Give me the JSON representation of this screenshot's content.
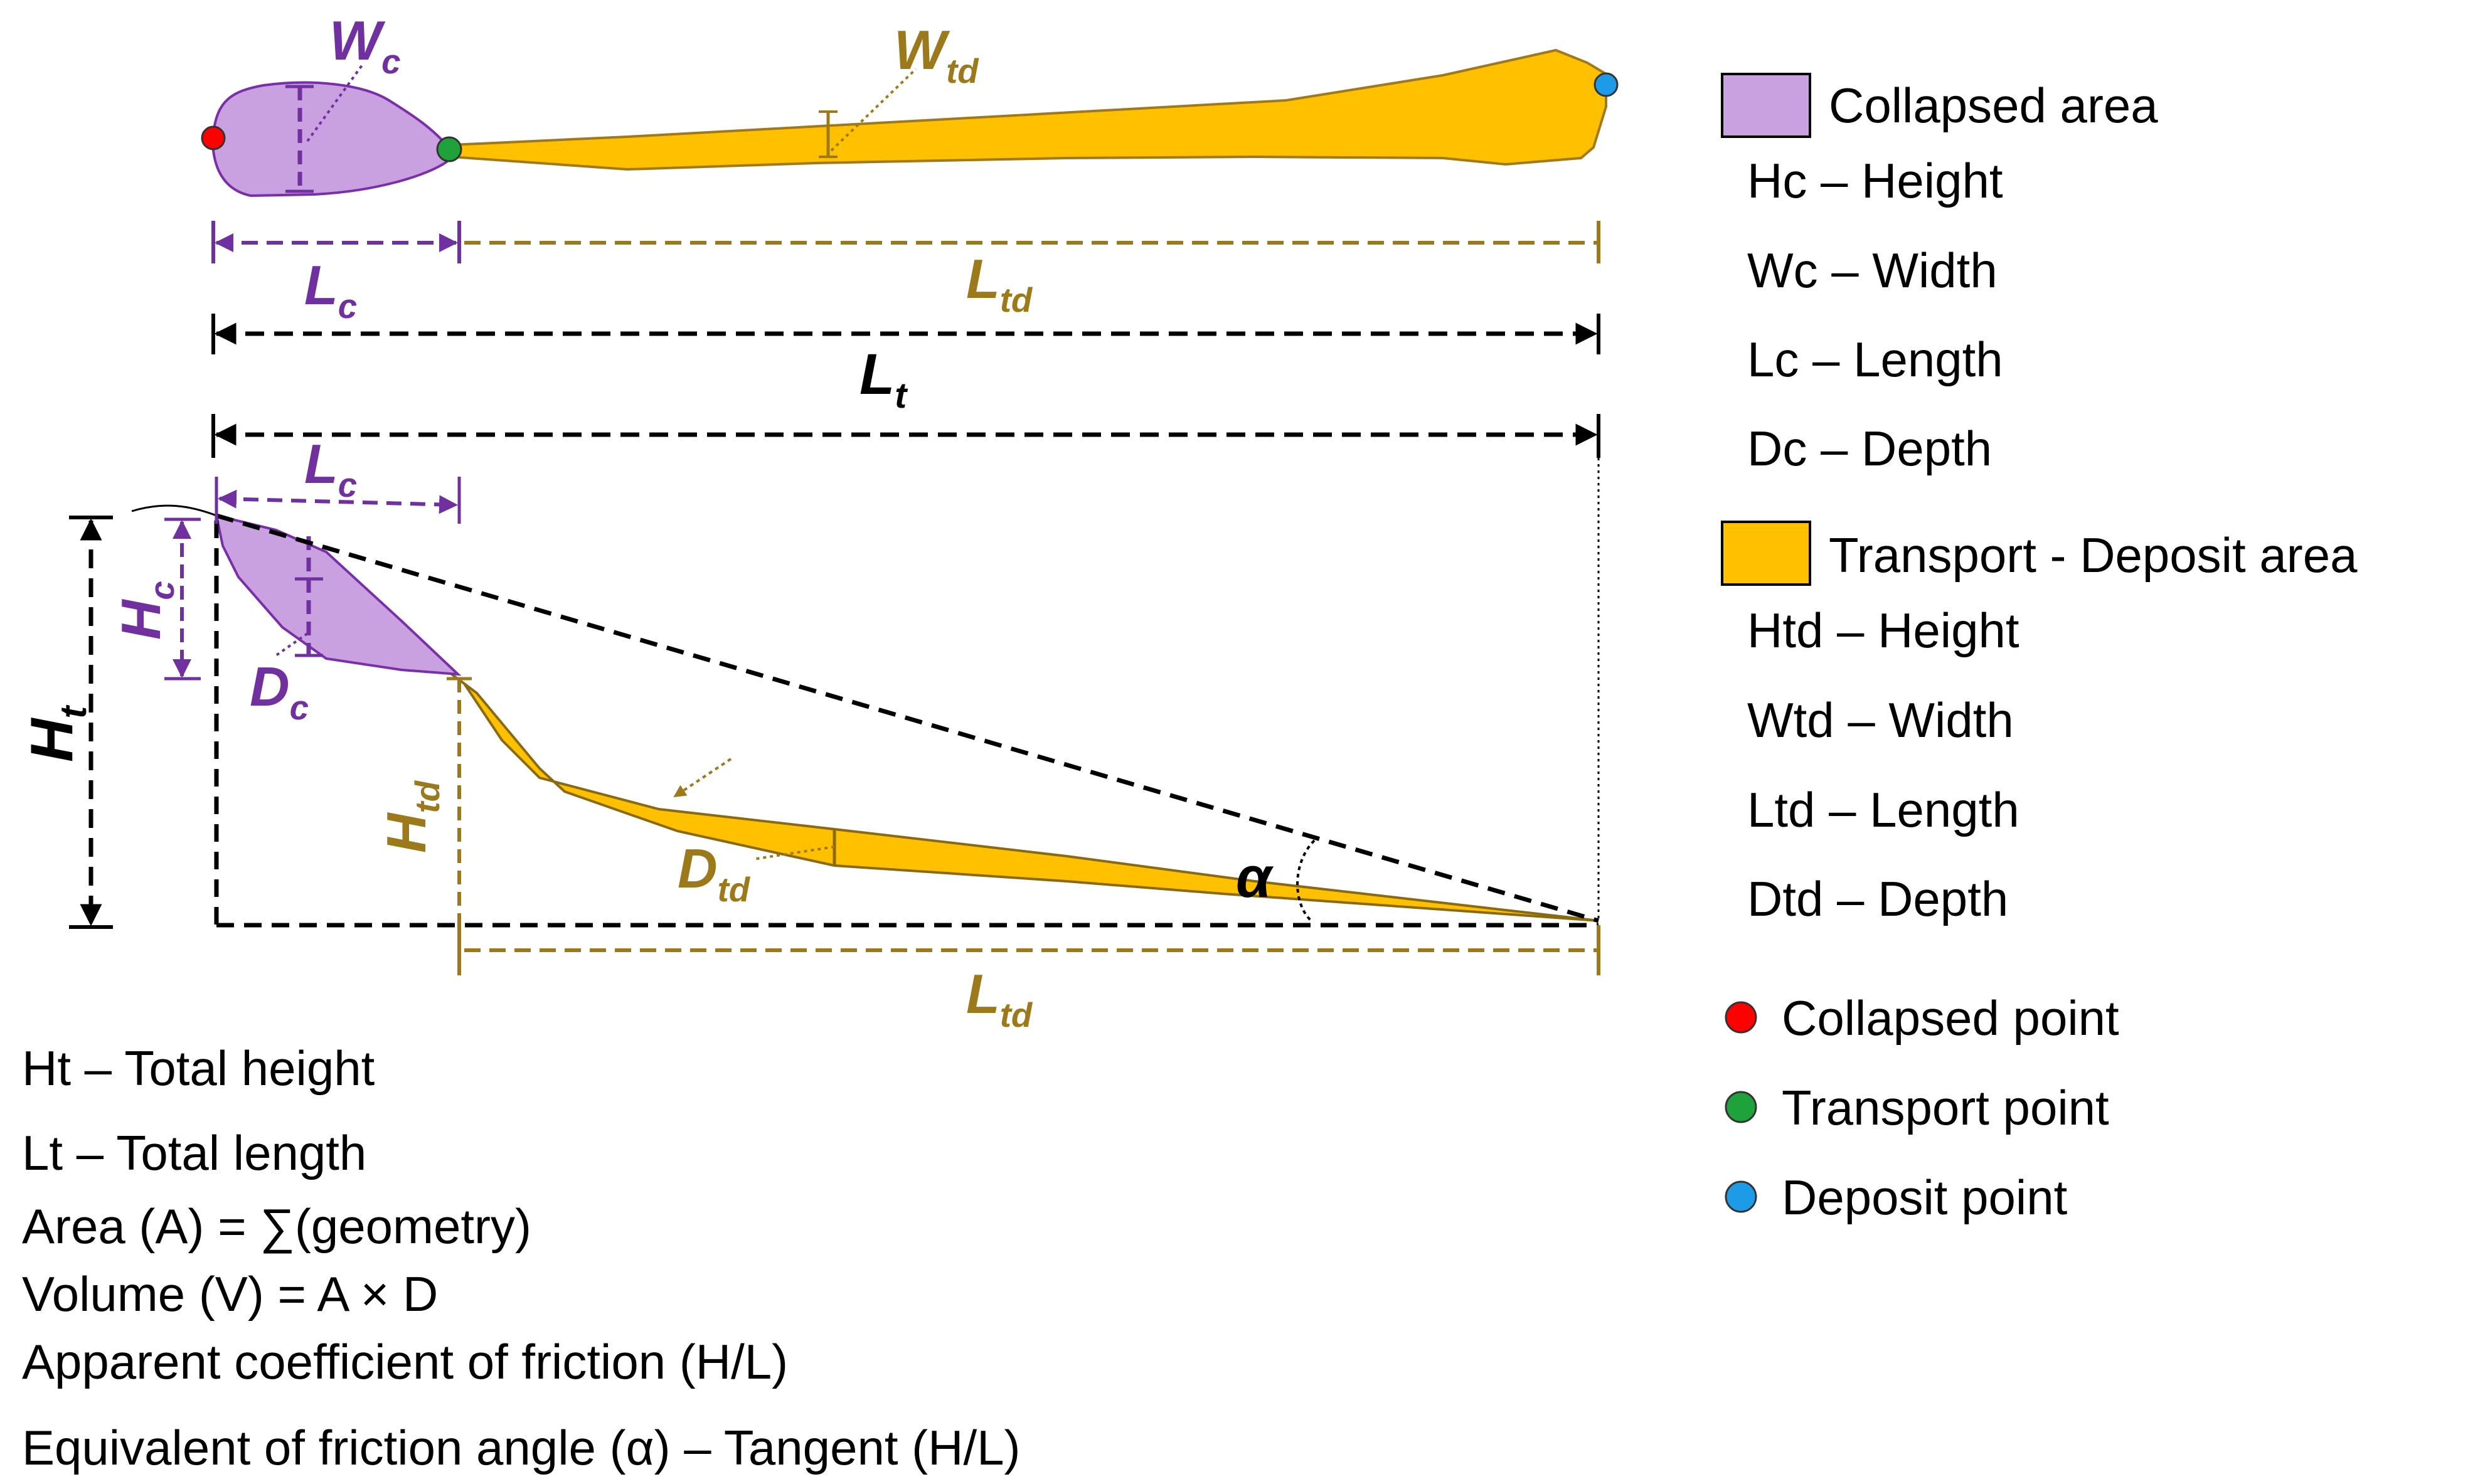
{
  "colors": {
    "collapsed_fill": "#C9A0E0",
    "collapsed_stroke": "#7A2FA8",
    "transport_fill": "#FFC000",
    "transport_stroke": "#A07A1A",
    "dim_purple": "#7030A0",
    "dim_gold": "#9C7A1C",
    "dim_black": "#000000",
    "collapsed_point": "#FF0000",
    "transport_point": "#1FA23A",
    "deposit_point": "#1E9BE6"
  },
  "labels": {
    "wc": {
      "main": "W",
      "sub": "c"
    },
    "wtd": {
      "main": "W",
      "sub": "td"
    },
    "lc_top": {
      "main": "L",
      "sub": "c"
    },
    "ltd_top": {
      "main": "L",
      "sub": "td"
    },
    "lt": {
      "main": "L",
      "sub": "t"
    },
    "lc_side": {
      "main": "L",
      "sub": "c"
    },
    "hc": {
      "main": "H",
      "sub": "c"
    },
    "dc": {
      "main": "D",
      "sub": "c"
    },
    "ht": {
      "main": "H",
      "sub": "t"
    },
    "htd": {
      "main": "H",
      "sub": "td"
    },
    "dtd": {
      "main": "D",
      "sub": "td"
    },
    "alpha": "α",
    "ltd_side": {
      "main": "L",
      "sub": "td"
    }
  },
  "legend": {
    "collapsed_area": {
      "title": "Collapsed area",
      "items": [
        "Hc – Height",
        "Wc – Width",
        "Lc – Length",
        "Dc – Depth"
      ]
    },
    "transport_area": {
      "title": "Transport - Deposit area",
      "items": [
        "Htd – Height",
        "Wtd – Width",
        "Ltd – Length",
        "Dtd – Depth"
      ]
    },
    "points": [
      {
        "label": "Collapsed point",
        "color": "#FF0000",
        "icon": "red-dot-icon"
      },
      {
        "label": "Transport point",
        "color": "#1FA23A",
        "icon": "green-dot-icon"
      },
      {
        "label": "Deposit point",
        "color": "#1E9BE6",
        "icon": "blue-dot-icon"
      }
    ]
  },
  "formulas": [
    "Ht – Total height",
    "Lt – Total length",
    "Area (A) = ∑(geometry)",
    "Volume (V) = A × D",
    "Apparent coefficient of friction (H/L)",
    "Equivalent of friction angle (α) – Tangent (H/L)"
  ]
}
